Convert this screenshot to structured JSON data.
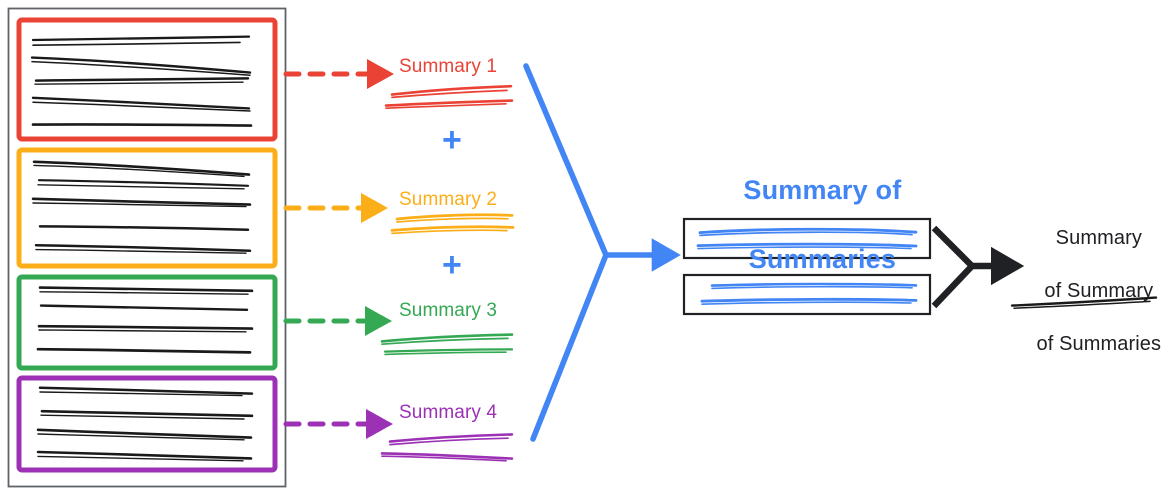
{
  "diagram": {
    "title_hidden": "",
    "colors": {
      "red": "#EA4335",
      "orange": "#FBAE17",
      "green": "#34A853",
      "purple": "#9C31B5",
      "blue": "#4285F4",
      "black": "#202124",
      "container_border": "#5F6368"
    },
    "source_container": {
      "name": "document-collection",
      "groups": [
        {
          "id": "group-1",
          "color_key": "red",
          "color": "#EA4335",
          "lines": 5
        },
        {
          "id": "group-2",
          "color_key": "orange",
          "color": "#FBAE17",
          "lines": 5
        },
        {
          "id": "group-3",
          "color_key": "green",
          "color": "#34A853",
          "lines": 4
        },
        {
          "id": "group-4",
          "color_key": "purple",
          "color": "#9C31B5",
          "lines": 4
        }
      ]
    },
    "summaries": [
      {
        "label": "Summary 1",
        "color": "#EA4335",
        "arrow": "dashed-arrow-red",
        "scribble_lines": 2
      },
      {
        "label": "Summary 2",
        "color": "#FBAE17",
        "arrow": "dashed-arrow-orange",
        "scribble_lines": 2
      },
      {
        "label": "Summary 3",
        "color": "#34A853",
        "arrow": "dashed-arrow-green",
        "scribble_lines": 2
      },
      {
        "label": "Summary 4",
        "color": "#9C31B5",
        "arrow": "dashed-arrow-purple",
        "scribble_lines": 2
      }
    ],
    "plus_signs": [
      {
        "id": "plus-1",
        "symbol": "+",
        "color": "#4285F4"
      },
      {
        "id": "plus-2",
        "symbol": "+",
        "color": "#4285F4"
      },
      {
        "id": "plus-3",
        "symbol": "+",
        "color": "#4285F4"
      }
    ],
    "merge_blue": {
      "name": "blue-merge-arrow",
      "color": "#4285F4"
    },
    "summary_of_summaries": {
      "title_line_1": "Summary of",
      "title_line_2": "Summaries",
      "color": "#4285F4",
      "boxes": [
        {
          "id": "sos-box-1",
          "scribble_lines": 2
        },
        {
          "id": "sos-box-2",
          "scribble_lines": 2
        }
      ]
    },
    "merge_black": {
      "name": "black-merge-arrow",
      "color": "#202124"
    },
    "final_output": {
      "title_line_1": "Summary",
      "title_line_2": "of Summary",
      "title_line_3": "of Summaries",
      "color": "#202124",
      "scribble_lines": 1
    }
  }
}
